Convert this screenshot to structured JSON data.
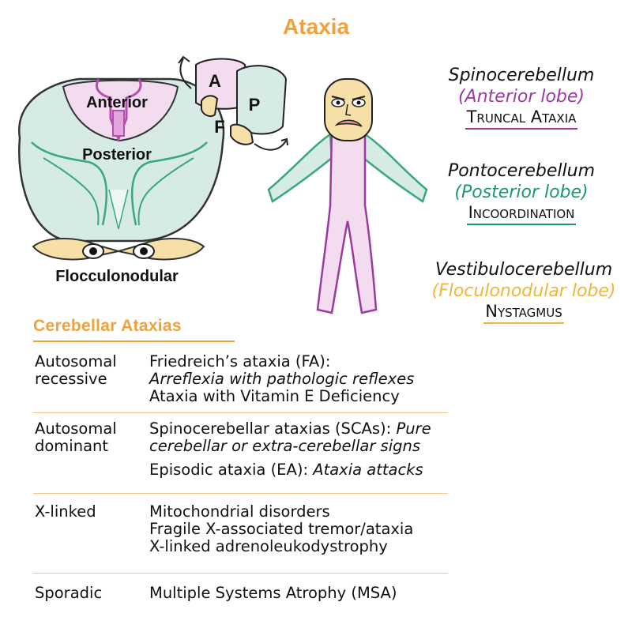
{
  "title": "Ataxia",
  "diagram": {
    "anterior": "Anterior",
    "posterior": "Posterior",
    "flocculonodular": "Flocculonodular",
    "lobe_a": "A",
    "lobe_p": "P",
    "lobe_f": "F"
  },
  "regions": [
    {
      "name": "Spinocerebellum",
      "lobe": "(Anterior lobe)",
      "symptom": "Truncal Ataxia",
      "color": "#9b3aa0"
    },
    {
      "name": "Pontocerebellum",
      "lobe": "(Posterior lobe)",
      "symptom": "Incoordination",
      "color": "#1a9a67"
    },
    {
      "name": "Vestibulocerebellum",
      "lobe": "(Floculonodular lobe)",
      "symptom": "Nystagmus",
      "color": "#f2b53a"
    }
  ],
  "table": {
    "heading": "Cerebellar Ataxias",
    "rows": [
      {
        "category": "Autosomal recessive",
        "l1": "Friedreich’s ataxia (FA):",
        "l2": "Arreflexia with pathologic reflexes",
        "l3": "Ataxia with Vitamin E  Deficiency"
      },
      {
        "category": "Autosomal dominant",
        "l1": "Spinocerebellar ataxias (SCAs):",
        "l1i": "Pure",
        "l2": "cerebellar or extra-cerebellar signs",
        "l3": "Episodic ataxia (EA):",
        "l3i": "Ataxia attacks"
      },
      {
        "category": "X-linked",
        "l1": "Mitochondrial disorders",
        "l2": "Fragile X-associated tremor/ataxia",
        "l3": "X-linked adrenoleukodystrophy"
      },
      {
        "category": "Sporadic",
        "l1": "Multiple Systems Atrophy (MSA)"
      }
    ]
  },
  "colors": {
    "accent": "#f2a13a",
    "purple": "#9b3aa0",
    "green": "#1a9a67",
    "yellow": "#f2b53a",
    "cerebellum_fill": "#d6ebe6",
    "anterior_fill": "#f3dcef"
  }
}
